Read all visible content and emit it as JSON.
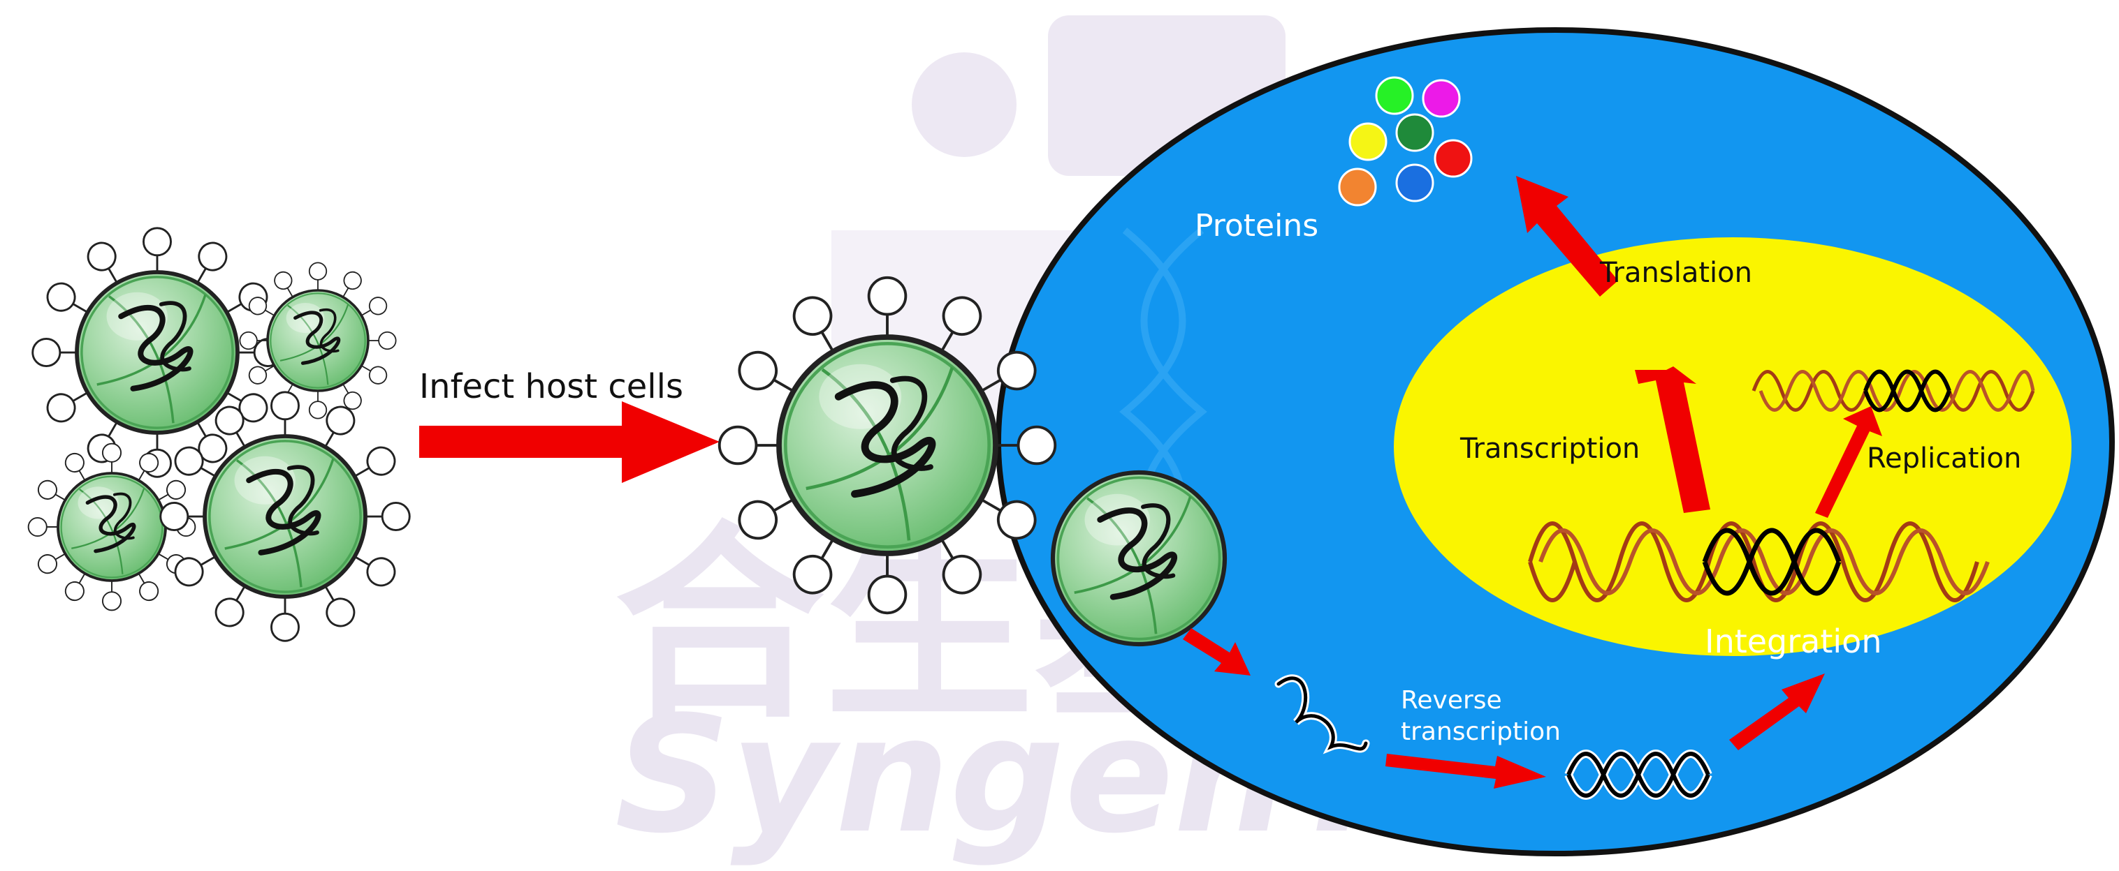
{
  "diagram": {
    "labels": {
      "infect": "Infect host cells",
      "proteins": "Proteins",
      "translation": "Translation",
      "transcription": "Transcription",
      "replication": "Replication",
      "reverse_line1": "Reverse",
      "reverse_line2": "transcription",
      "integration": "Integration"
    },
    "watermark": {
      "chinese": "合生基因",
      "brand": "SyngenTech"
    },
    "colors": {
      "cell_cytoplasm": "#1296f0",
      "nucleus": "#faf500",
      "arrow": "#f00000",
      "virus_fill": "#8fcf93",
      "virus_edge": "#2f8a3c",
      "dna_host": "#a33b16",
      "dna_viral": "#000000",
      "label_light": "#ffffff",
      "label_dark": "#111111"
    },
    "protein_colors": [
      "#26f126",
      "#ec1ae8",
      "#f5f515",
      "#1f8a3a",
      "#ef1212",
      "#f28430",
      "#1a6fe0"
    ]
  }
}
